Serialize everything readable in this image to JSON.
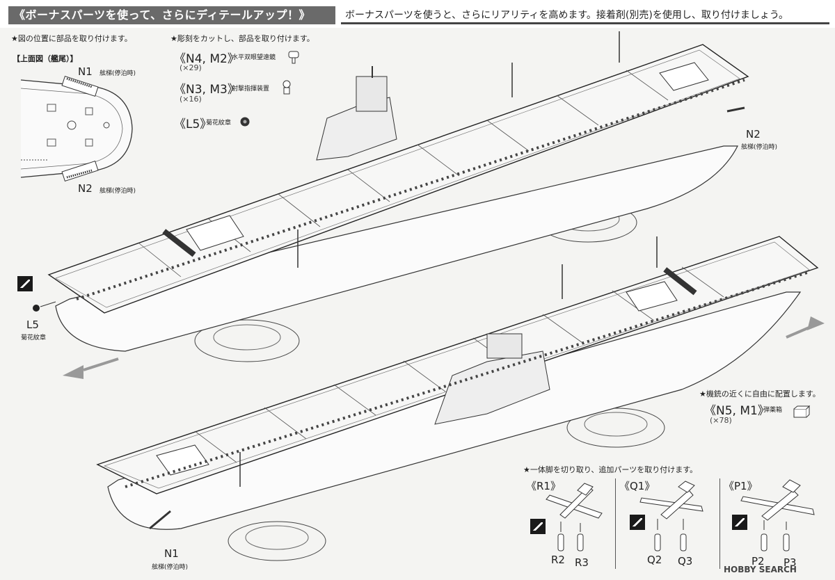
{
  "header": {
    "title": "《ボーナスパーツを使って、さらにディテールアップ！》",
    "description": "ボーナスパーツを使うと、さらにリアリティを高めます。接着剤(別売)を使用し、取り付けましょう。"
  },
  "left_panel": {
    "note": "★図の位置に部品を取り付けます。",
    "view_label": "【上面図（艦尾）】",
    "n1": "N1",
    "n1_caption": "舷梯(停泊時)",
    "n2": "N2",
    "n2_caption": "舷梯(停泊時)"
  },
  "parts_panel": {
    "note": "★彫刻をカットし、部品を取り付けます。",
    "items": [
      {
        "code": "《N4, M2》",
        "name": "水平双眼望遠鏡",
        "count": "(×29)"
      },
      {
        "code": "《N3, M3》",
        "name": "射撃指揮装置",
        "count": "(×16)"
      },
      {
        "code": "《L5》",
        "name": "菊花紋章",
        "count": ""
      }
    ]
  },
  "ship_labels": {
    "n2_right": "N2",
    "n2_right_caption": "舷梯(停泊時)",
    "l5": "L5",
    "l5_caption": "菊花紋章",
    "n1_bottom": "N1",
    "n1_bottom_caption": "舷梯(停泊時)"
  },
  "ammo_panel": {
    "note": "★機銃の近くに自由に配置します。",
    "code": "《N5, M1》",
    "name": "弾薬箱",
    "count": "(×78)"
  },
  "aircraft_panel": {
    "note": "★一体脚を切り取り、追加パーツを取り付けます。",
    "groups": [
      {
        "title": "《R1》",
        "part_a": "R2",
        "part_b": "R3"
      },
      {
        "title": "《Q1》",
        "part_a": "Q2",
        "part_b": "Q3"
      },
      {
        "title": "《P1》",
        "part_a": "P2",
        "part_b": "P3"
      }
    ]
  },
  "watermark": {
    "text": "HOBBY SEARCH"
  }
}
